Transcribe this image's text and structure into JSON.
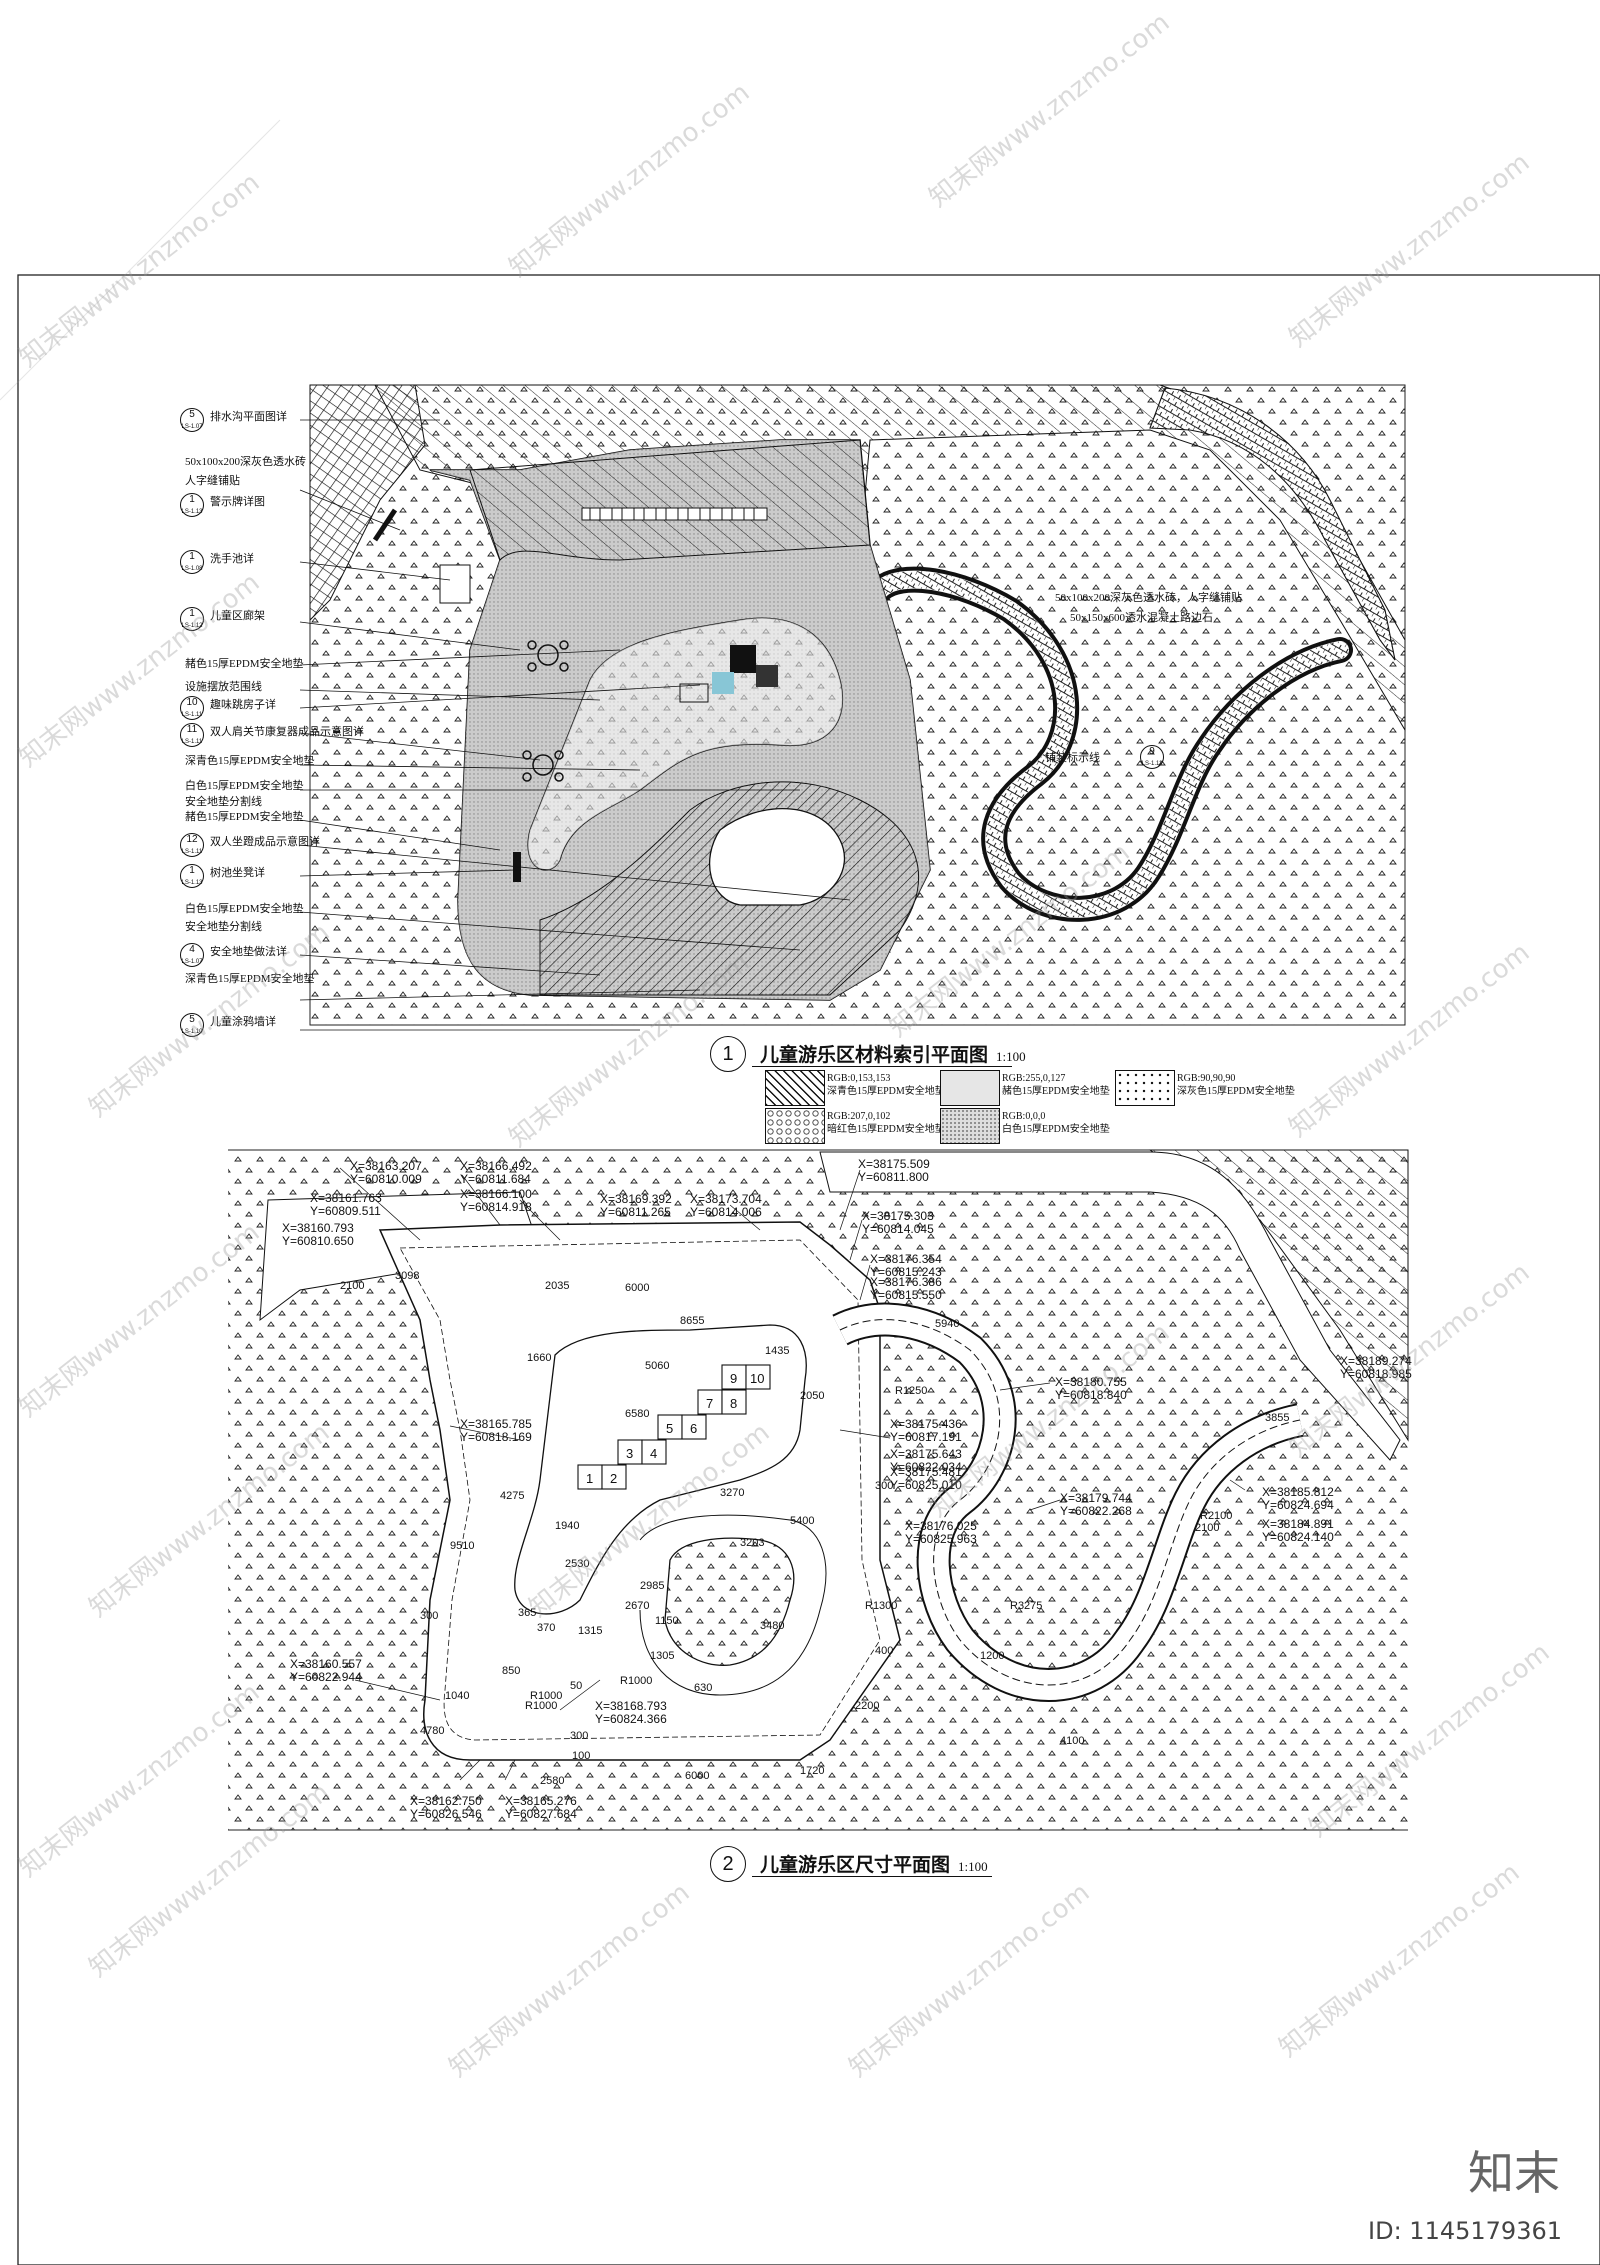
{
  "plan1": {
    "number": "1",
    "title": "儿童游乐区材料索引平面图",
    "scale": "1:100",
    "callouts": [
      {
        "num": "5",
        "sub": "LS-1.07",
        "text": "排水沟平面图详"
      },
      {
        "num": "",
        "sub": "",
        "text": "50x100x200深灰色透水砖"
      },
      {
        "num": "",
        "sub": "",
        "text": "人字缝铺贴"
      },
      {
        "num": "1",
        "sub": "LS-1.13",
        "text": "警示牌详图"
      },
      {
        "num": "1",
        "sub": "LS-1.08",
        "text": "洗手池详"
      },
      {
        "num": "1",
        "sub": "LS-1.12",
        "text": "儿童区廊架"
      },
      {
        "num": "",
        "sub": "",
        "text": "赭色15厚EPDM安全地垫"
      },
      {
        "num": "",
        "sub": "",
        "text": "设施摆放范围线"
      },
      {
        "num": "10",
        "sub": "LS-1.11",
        "text": "趣味跳房子详"
      },
      {
        "num": "11",
        "sub": "LS-1.11",
        "text": "双人肩关节康复器成品示意图详"
      },
      {
        "num": "",
        "sub": "",
        "text": "深青色15厚EPDM安全地垫"
      },
      {
        "num": "",
        "sub": "",
        "text": "白色15厚EPDM安全地垫"
      },
      {
        "num": "",
        "sub": "",
        "text": "安全地垫分割线"
      },
      {
        "num": "",
        "sub": "",
        "text": "赭色15厚EPDM安全地垫"
      },
      {
        "num": "12",
        "sub": "LS-1.11",
        "text": "双人坐蹬成品示意图详"
      },
      {
        "num": "1",
        "sub": "LS-1.13",
        "text": "树池坐凳详"
      },
      {
        "num": "",
        "sub": "",
        "text": "白色15厚EPDM安全地垫"
      },
      {
        "num": "",
        "sub": "",
        "text": "安全地垫分割线"
      },
      {
        "num": "4",
        "sub": "LS-1.07",
        "text": "安全地垫做法详"
      },
      {
        "num": "",
        "sub": "",
        "text": "深青色15厚EPDM安全地垫"
      },
      {
        "num": "5",
        "sub": "LS-1.10",
        "text": "儿童涂鸦墙详"
      }
    ],
    "inline_notes": [
      "50x100x200深灰色透水砖，人字缝铺贴",
      "50x150x600透水混凝土路边石",
      "铺装标示线"
    ],
    "detail_ref": {
      "num": "9",
      "sub": "LS-1.11"
    },
    "legend": [
      {
        "line1": "RGB:0,153,153",
        "line2": "深青色15厚EPDM安全地垫",
        "pattern": "hatch"
      },
      {
        "line1": "RGB:255,0,127",
        "line2": "赭色15厚EPDM安全地垫",
        "pattern": "fine"
      },
      {
        "line1": "RGB:90,90,90",
        "line2": "深灰色15厚EPDM安全地垫",
        "pattern": "tri"
      },
      {
        "line1": "RGB:207,0,102",
        "line2": "暗红色15厚EPDM安全地垫",
        "pattern": "circles"
      },
      {
        "line1": "RGB:0,0,0",
        "line2": "白色15厚EPDM安全地垫",
        "pattern": "dots"
      }
    ]
  },
  "plan2": {
    "number": "2",
    "title": "儿童游乐区尺寸平面图",
    "scale": "1:100",
    "coordinates": [
      [
        "X=38163.207",
        "Y=60810.009"
      ],
      [
        "X=38166.492",
        "Y=60811.684"
      ],
      [
        "X=38166.100",
        "Y=60814.918"
      ],
      [
        "X=38161.763",
        "Y=60809.511"
      ],
      [
        "X=38160.793",
        "Y=60810.650"
      ],
      [
        "X=38169.392",
        "Y=60811.265"
      ],
      [
        "X=38173.704",
        "Y=60814.006"
      ],
      [
        "X=38175.509",
        "Y=60811.800"
      ],
      [
        "X=38175.303",
        "Y=60814.045"
      ],
      [
        "X=38176.354",
        "Y=60815.243"
      ],
      [
        "X=38176.386",
        "Y=60815.550"
      ],
      [
        "X=38189.274",
        "Y=60818.985"
      ],
      [
        "X=38180.755",
        "Y=60818.840"
      ],
      [
        "X=38165.785",
        "Y=60818.169"
      ],
      [
        "X=38175.436",
        "Y=60817.191"
      ],
      [
        "X=38175.643",
        "Y=60822.034"
      ],
      [
        "X=38175.481",
        "Y=60825.010"
      ],
      [
        "X=38179.744",
        "Y=60822.268"
      ],
      [
        "X=38176.025",
        "Y=60825.963"
      ],
      [
        "X=38185.812",
        "Y=60824.694"
      ],
      [
        "X=38184.891",
        "Y=60824.140"
      ],
      [
        "X=38160.557",
        "Y=60822.944"
      ],
      [
        "X=38168.793",
        "Y=60824.366"
      ],
      [
        "X=38162.750",
        "Y=60826.546"
      ],
      [
        "X=38165.276",
        "Y=60827.684"
      ]
    ],
    "dimensions": [
      "6000",
      "8655",
      "5060",
      "1660",
      "1435",
      "2050",
      "6580",
      "1940",
      "4275",
      "9510",
      "3270",
      "5400",
      "3203",
      "2530",
      "2985",
      "2670",
      "1150",
      "370",
      "1315",
      "365",
      "850",
      "R1000",
      "R1000",
      "1305",
      "630",
      "3480",
      "R1300",
      "400",
      "2200",
      "6000",
      "2580",
      "300",
      "100",
      "2100",
      "1720",
      "R1000",
      "R1250",
      "5940",
      "R3275",
      "1200",
      "4100",
      "R2100",
      "3855",
      "300",
      "2035",
      "4780",
      "300",
      "50",
      "1040",
      "3098",
      "2100"
    ],
    "hopscotch": [
      "1",
      "2",
      "3",
      "4",
      "5",
      "6",
      "7",
      "8",
      "9",
      "10"
    ]
  },
  "branding": {
    "brand": "知末",
    "id_label": "ID: 1145179361",
    "watermark": "知末网www.znzmo.com"
  }
}
